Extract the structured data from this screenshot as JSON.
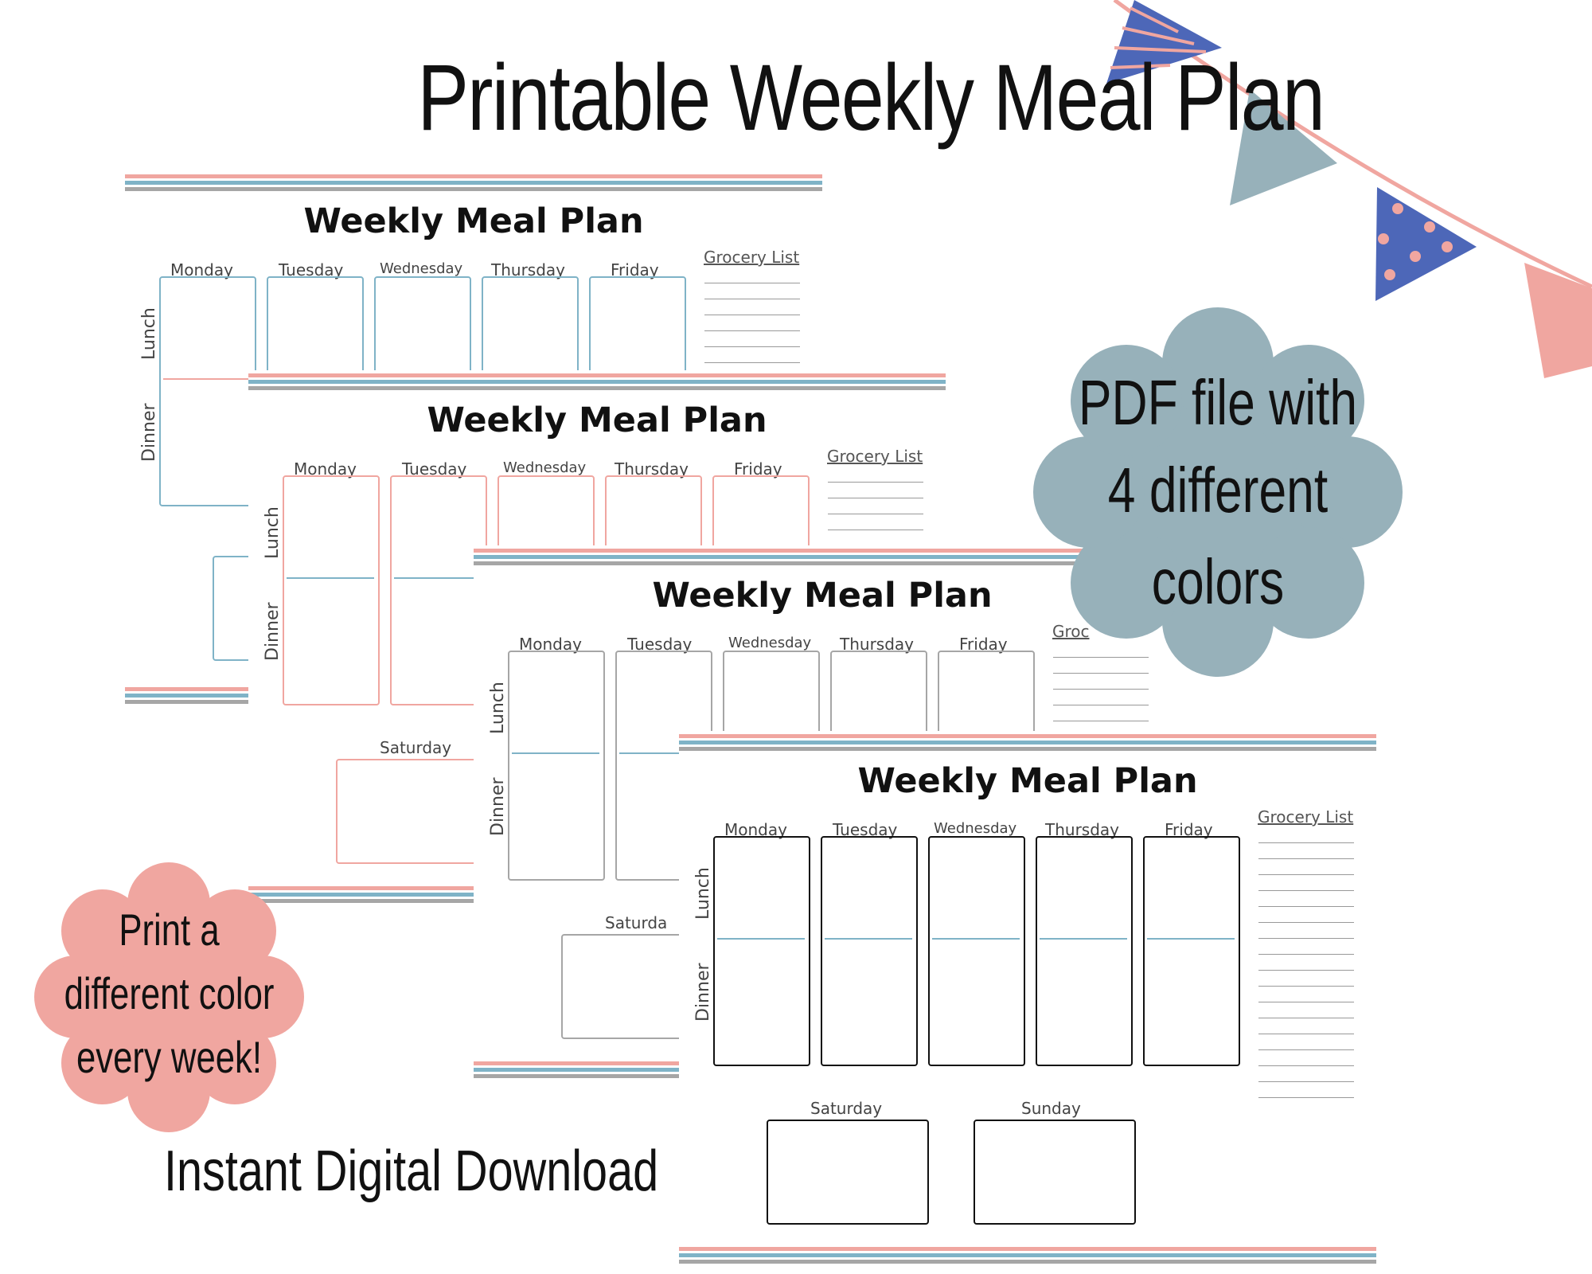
{
  "page": {
    "title": "Printable Weekly Meal Plan",
    "footer": "Instant Digital Download"
  },
  "badges": {
    "pdf": {
      "lines": [
        "PDF file with",
        "4 different",
        "colors"
      ],
      "color": "#97b1ba"
    },
    "print": {
      "lines": [
        "Print a",
        "different color",
        "every week!"
      ],
      "color": "#f0a6a0"
    }
  },
  "colors": {
    "pink": "#f0a6a0",
    "slate": "#97b1ba",
    "blue": "#4d67b8",
    "teal": "#7fb3c7",
    "gray": "#a6a6a6"
  },
  "sheet": {
    "title": "Weekly Meal Plan",
    "weekdays": [
      "Monday",
      "Tuesday",
      "Wednesday",
      "Thursday",
      "Friday"
    ],
    "lunch": "Lunch",
    "dinner": "Dinner",
    "grocery": "Grocery List",
    "saturday": "Saturday",
    "sunday": "Sunday",
    "grocery_partial": "Groc",
    "saturday_partial": "Saturda"
  },
  "sheets": [
    {
      "name": "blue",
      "color": "#7fb3c7"
    },
    {
      "name": "pink",
      "color": "#f0a6a0"
    },
    {
      "name": "gray",
      "color": "#a6a6a6"
    },
    {
      "name": "black",
      "color": "#111111"
    }
  ]
}
